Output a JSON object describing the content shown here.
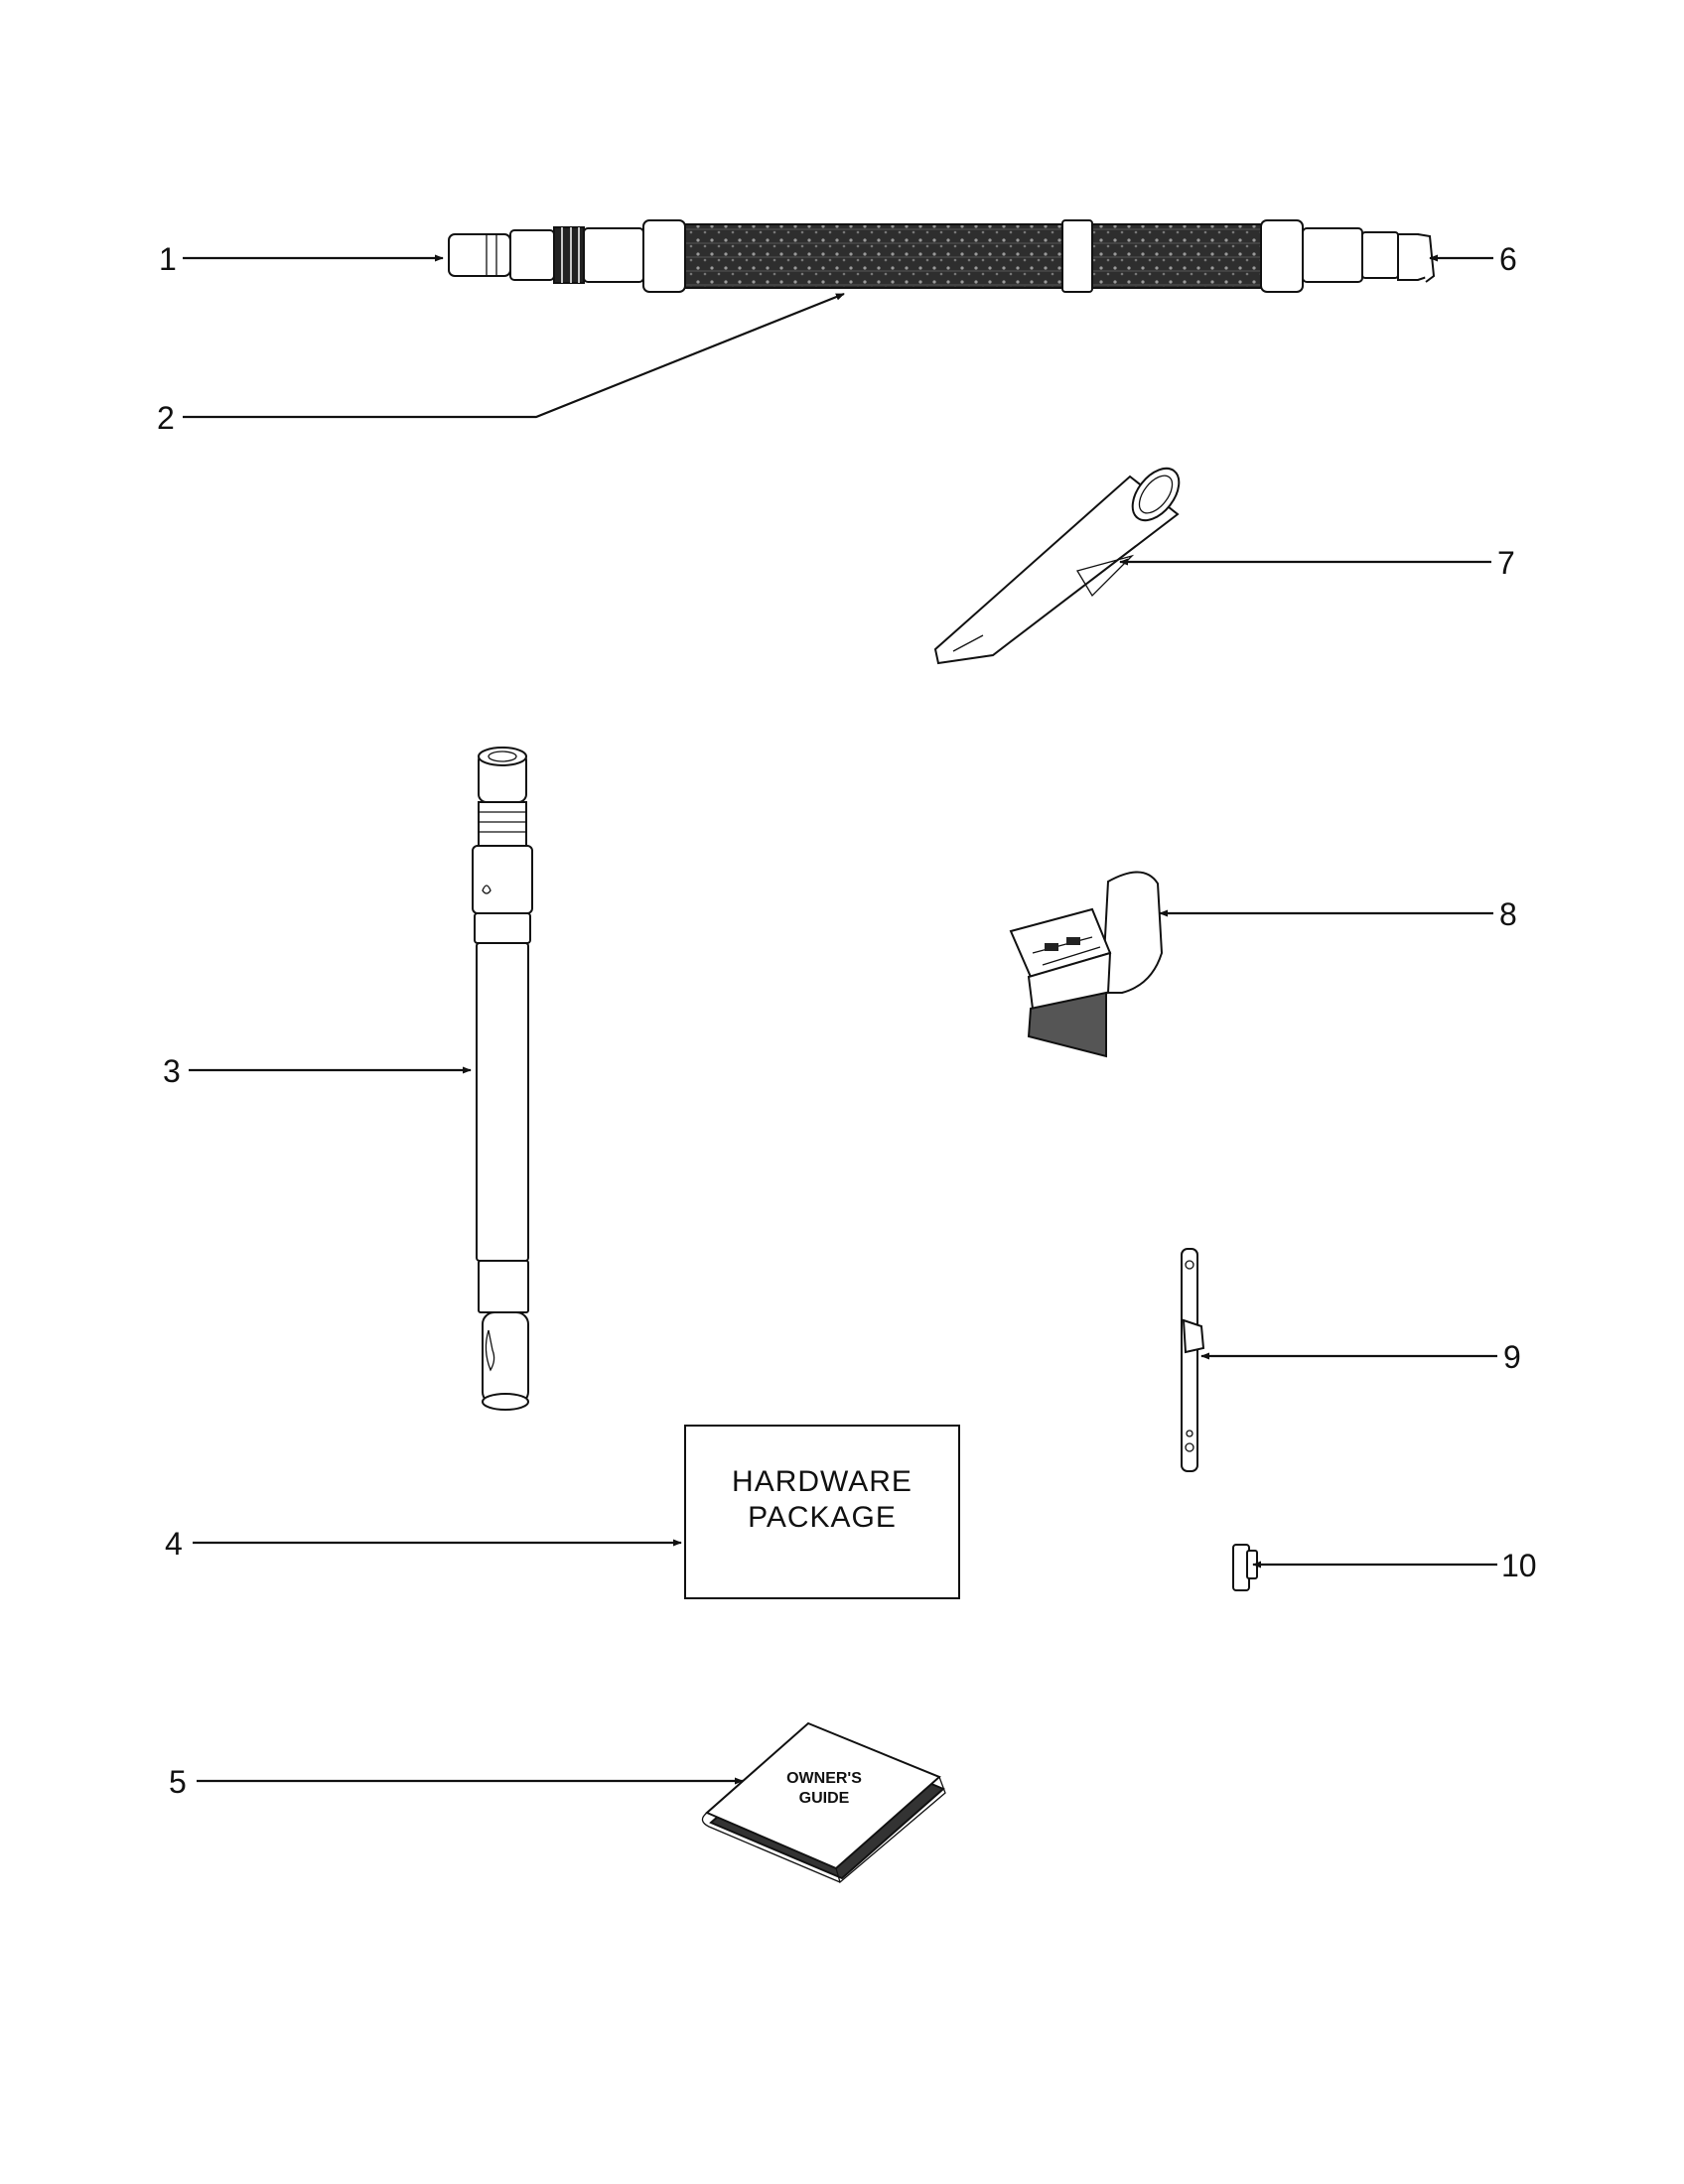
{
  "callouts": [
    "1",
    "2",
    "3",
    "4",
    "5",
    "6",
    "7",
    "8",
    "9",
    "10"
  ],
  "hardware_package": {
    "line1": "HARDWARE",
    "line2": "PACKAGE"
  },
  "owners_guide": {
    "line1": "OWNER'S",
    "line2": "GUIDE"
  },
  "colors": {
    "ink": "#111111",
    "paper": "#ffffff",
    "hose_fill": "#3a3a3a"
  }
}
